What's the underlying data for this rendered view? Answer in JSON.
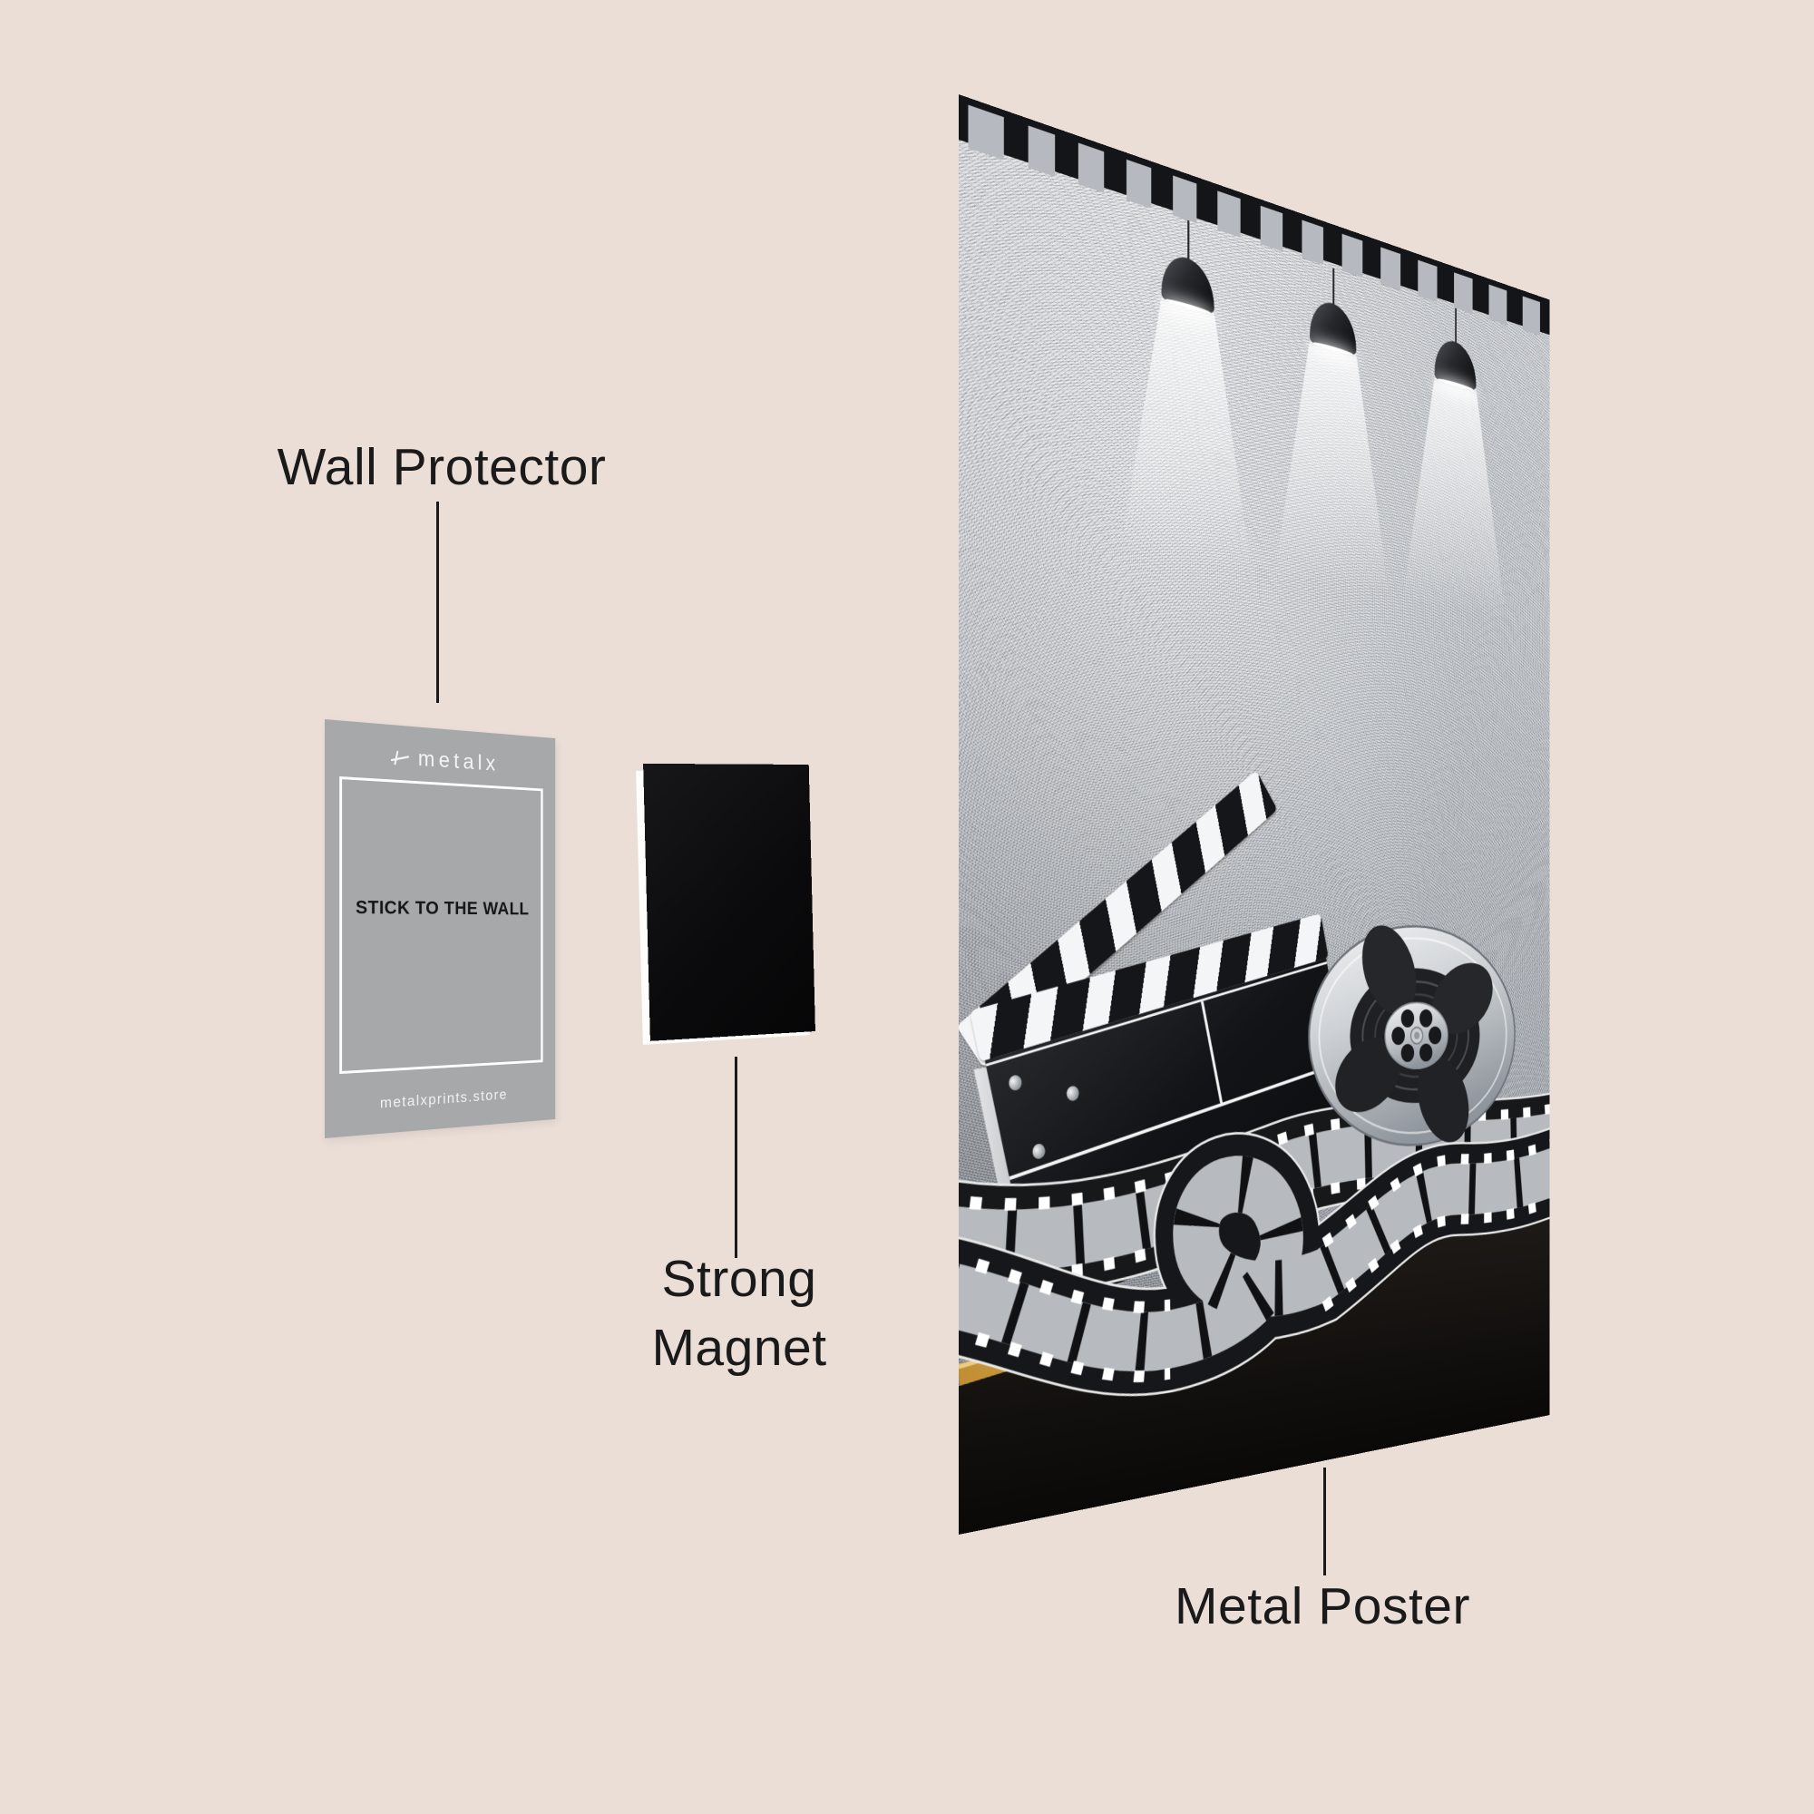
{
  "canvas": {
    "background": "#EBDED7",
    "label_color": "#1A1A1A"
  },
  "labels": {
    "wall_protector": "Wall Protector",
    "strong_line1": "Strong",
    "strong_line2": "Magnet",
    "metal_poster": "Metal Poster"
  },
  "wall_protector_card": {
    "brand": "metalx",
    "center_text": "STICK TO THE WALL",
    "footer_text": "metalxprints.store",
    "card_color": "#A7A8AA"
  },
  "magnet": {
    "color": "#0C0C0E",
    "backing_color": "#FDFDFC"
  },
  "poster": {
    "style": "cinema-metal-poster",
    "lamp_count": 3,
    "motifs": [
      "film-strip-border",
      "pendant-lamps",
      "clapperboard",
      "film-reel",
      "film-strip",
      "gold-curve"
    ],
    "colors": {
      "silver": "#C7CBD0",
      "film_black": "#17181A",
      "gold": "#D9A74C",
      "bottom_black": "#15120F"
    }
  }
}
